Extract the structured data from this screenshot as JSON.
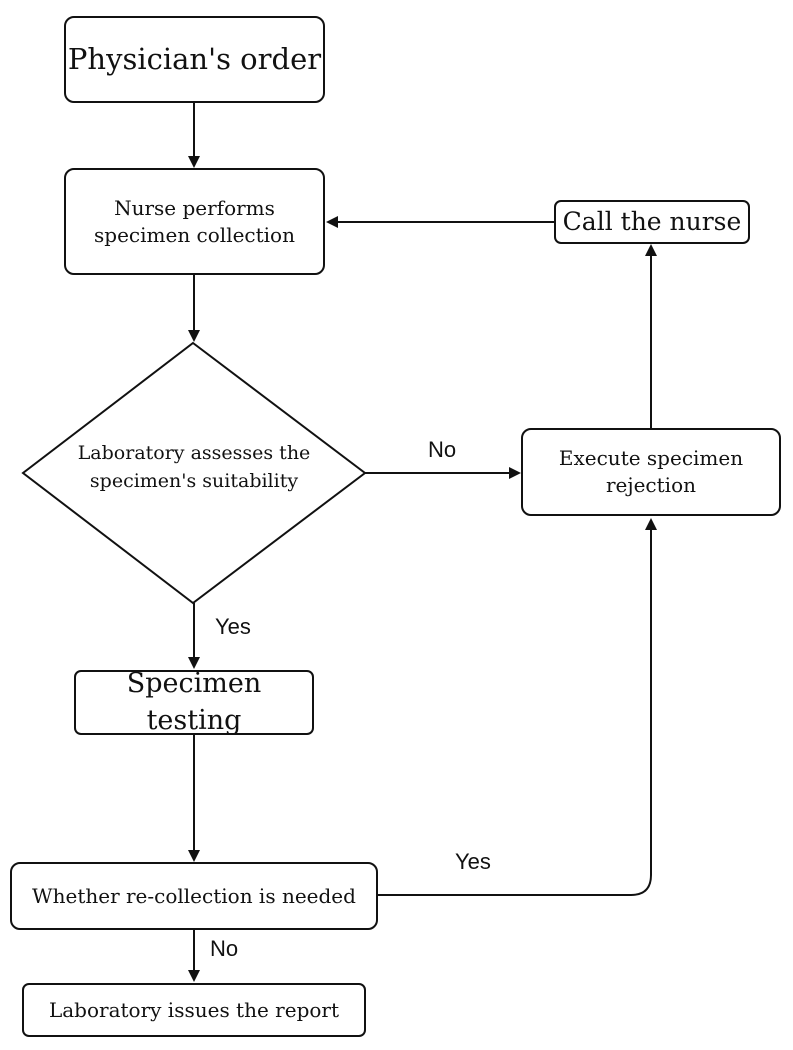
{
  "nodes": {
    "physicians_order": "Physician's order",
    "nurse_collection": "Nurse performs\nspecimen collection",
    "lab_assess": "Laboratory assesses the\nspecimen's suitability",
    "specimen_testing": "Specimen testing",
    "recollection": "Whether re-collection is needed",
    "lab_report": "Laboratory issues the report",
    "execute_rejection": "Execute specimen\nrejection",
    "call_nurse": "Call the nurse"
  },
  "edge_labels": {
    "assess_no": "No",
    "assess_yes": "Yes",
    "recollect_yes": "Yes",
    "recollect_no": "No"
  }
}
